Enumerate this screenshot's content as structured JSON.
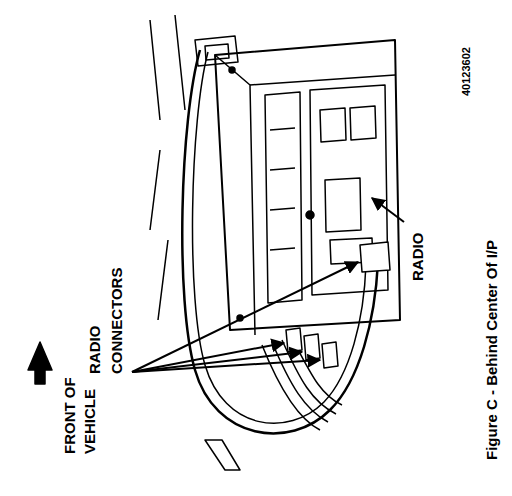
{
  "diagram": {
    "caption": "Figure C - Behind Center Of I/P",
    "labels": [
      "FRONT OF VEHICLE",
      "RADIO CONNECTORS",
      "RADIO",
      "40123602"
    ]
  }
}
